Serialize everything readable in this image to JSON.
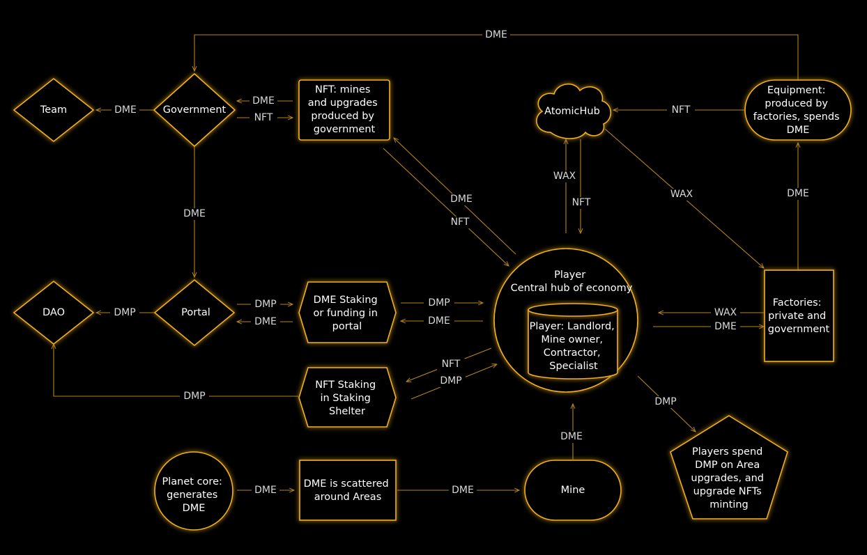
{
  "colors": {
    "background": "#000000",
    "outline": "#f2b01e",
    "connector": "#b8861a",
    "text": "#ffffff"
  },
  "nodes": {
    "team": [
      "Team"
    ],
    "government": [
      "Government"
    ],
    "nft_mines": [
      "NFT: mines",
      "and upgrades",
      "produced by",
      "government"
    ],
    "atomichub": [
      "AtomicHub"
    ],
    "equipment": [
      "Equipment:",
      "produced by",
      "factories, spends",
      "DME"
    ],
    "dao": [
      "DAO"
    ],
    "portal": [
      "Portal"
    ],
    "dme_staking": [
      "DME Staking",
      "or funding in",
      "portal"
    ],
    "player": [
      "Player",
      "Central hub of economy"
    ],
    "player_roles": [
      "Player: Landlord,",
      "Mine owner,",
      "Contractor,",
      "Specialist"
    ],
    "factories": [
      "Factories:",
      "private and",
      "government"
    ],
    "nft_staking": [
      "NFT Staking",
      "in Staking",
      "Shelter"
    ],
    "players_spend": [
      "Players spend",
      "DMP on Area",
      "upgrades, and",
      "upgrade NFTs",
      "minting"
    ],
    "planet_core": [
      "Planet core:",
      "generates",
      "DME"
    ],
    "dme_scattered": [
      "DME is scattered",
      "around Areas"
    ],
    "mine": [
      "Mine"
    ]
  },
  "edges": {
    "equipment_to_government": "DME",
    "government_to_team": "DME",
    "nft_to_government": "DME",
    "government_to_nft": "NFT",
    "equipment_to_atomichub": "NFT",
    "government_to_portal": "DME",
    "player_to_nftmines": "DME",
    "nftmines_to_player": "NFT",
    "player_to_atomichub": "WAX",
    "atomichub_to_player": "NFT",
    "atomichub_to_factories": "WAX",
    "factories_to_equipment": "DME",
    "portal_to_dao": "DMP",
    "portal_to_staking": "DMP",
    "staking_to_portal": "DME",
    "player_to_staking": "DMP",
    "staking_to_player": "DME",
    "factories_to_player": "WAX",
    "player_to_factories": "DME",
    "player_to_nftstaking": "NFT",
    "nftstaking_to_player": "DMP",
    "nftstaking_to_dao": "DMP",
    "player_to_spend": "DMP",
    "planet_to_scattered": "DME",
    "scattered_to_mine": "DME",
    "mine_to_player": "DME"
  }
}
